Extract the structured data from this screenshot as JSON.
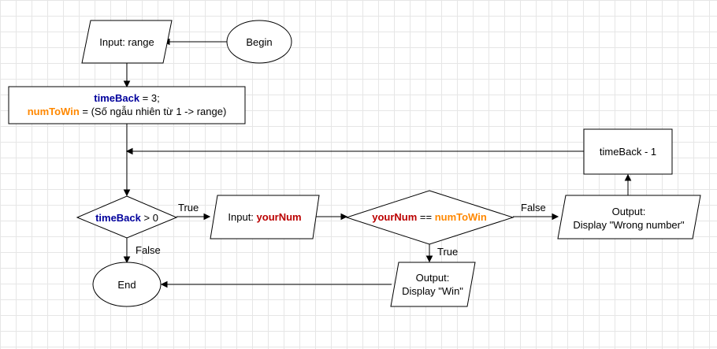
{
  "colors": {
    "variable_blue": "#00009c",
    "variable_orange": "#ff8800",
    "variable_red": "#bb0000"
  },
  "nodes": {
    "begin": "Begin",
    "input_range": "Input: range",
    "init": {
      "line1_var": "timeBack",
      "line1_rest": " = 3;",
      "line2_var": "numToWin",
      "line2_rest": " = (Số ngẫu nhiên từ 1 -> range)"
    },
    "condition": {
      "var": "timeBack",
      "rest": " > 0"
    },
    "input_yournum": {
      "prefix": "Input: ",
      "var": "yourNum"
    },
    "compare": {
      "var1": "yourNum",
      "op": " == ",
      "var2": "numToWin"
    },
    "output_wrong": {
      "line1": "Output:",
      "line2": "Display \"Wrong number\""
    },
    "decrement": "timeBack - 1",
    "output_win": {
      "line1": "Output:",
      "line2": "Display \"Win\""
    },
    "end": "End"
  },
  "edge_labels": {
    "cond_true": "True",
    "cond_false": "False",
    "compare_false": "False",
    "compare_true": "True"
  }
}
